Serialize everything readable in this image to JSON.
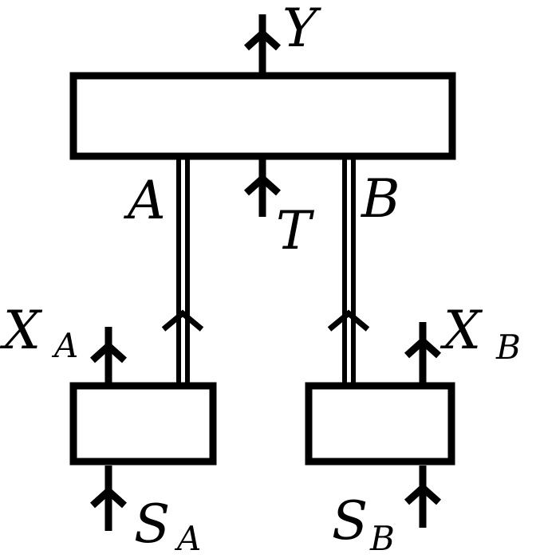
{
  "diagram": {
    "labels": {
      "y": "Y",
      "a": "A",
      "t": "T",
      "b": "B",
      "x_a_main": "X",
      "x_a_sub": "A",
      "x_b_main": "X",
      "x_b_sub": "B",
      "s_a_main": "S",
      "s_a_sub": "A",
      "s_b_main": "S",
      "s_b_sub": "B"
    }
  }
}
